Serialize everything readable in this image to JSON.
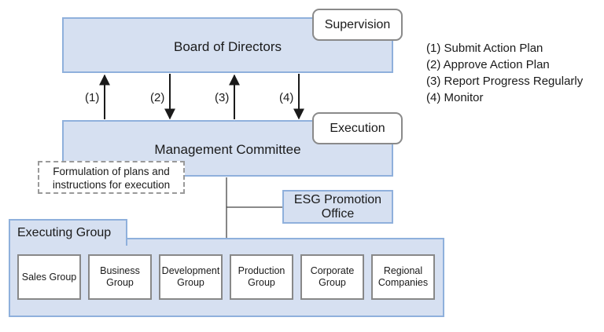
{
  "board": {
    "title": "Board of Directors",
    "tag": "Supervision"
  },
  "management": {
    "title": "Management Committee",
    "tag": "Execution"
  },
  "plans_note": "Formulation of plans and\ninstructions for execution",
  "esg_office": "ESG Promotion\nOffice",
  "executing_group": {
    "title": "Executing Group",
    "groups": [
      "Sales Group",
      "Business\nGroup",
      "Development\nGroup",
      "Production\nGroup",
      "Corporate\nGroup",
      "Regional\nCompanies"
    ]
  },
  "step_labels": [
    "(1)",
    "(2)",
    "(3)",
    "(4)"
  ],
  "legend": [
    "(1) Submit Action Plan",
    "(2) Approve Action Plan",
    "(3) Report Progress Regularly",
    "(4) Monitor"
  ],
  "colors": {
    "box_fill": "#d6e0f1",
    "box_border": "#8fb0dc",
    "tag_border": "#8a8a8a",
    "arrow": "#1a1a1a"
  }
}
